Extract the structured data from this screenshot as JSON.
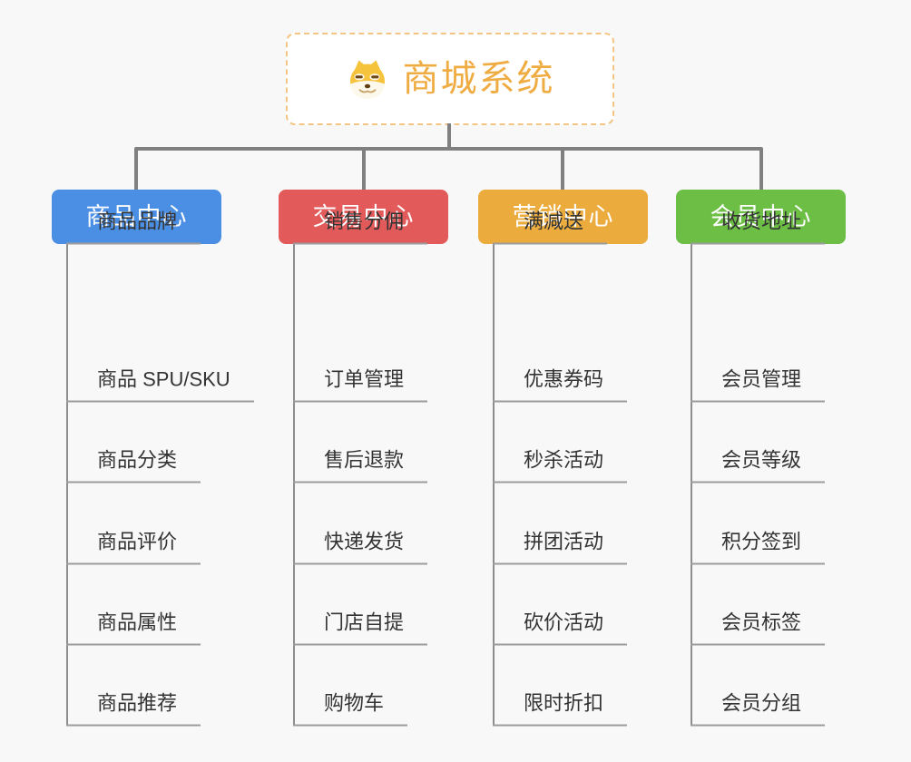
{
  "root": {
    "title": "商城系统",
    "icon": "shiba-dog-icon",
    "accent_color": "#EFAC42",
    "border_color": "#F2C585"
  },
  "connector_color": "#808080",
  "branches": [
    {
      "label": "商品中心",
      "color": "#4B8FE4",
      "items": [
        "商品 SPU/SKU",
        "商品分类",
        "商品评价",
        "商品属性",
        "商品推荐",
        "商品品牌"
      ]
    },
    {
      "label": "交易中心",
      "color": "#E25A5A",
      "items": [
        "订单管理",
        "售后退款",
        "快递发货",
        "门店自提",
        "购物车",
        "销售分佣"
      ]
    },
    {
      "label": "营销中心",
      "color": "#EBAC3D",
      "items": [
        "优惠券码",
        "秒杀活动",
        "拼团活动",
        "砍价活动",
        "限时折扣",
        "满减送"
      ]
    },
    {
      "label": "会员中心",
      "color": "#6CBE45",
      "items": [
        "会员管理",
        "会员等级",
        "积分签到",
        "会员标签",
        "会员分组",
        "收货地址"
      ]
    }
  ]
}
